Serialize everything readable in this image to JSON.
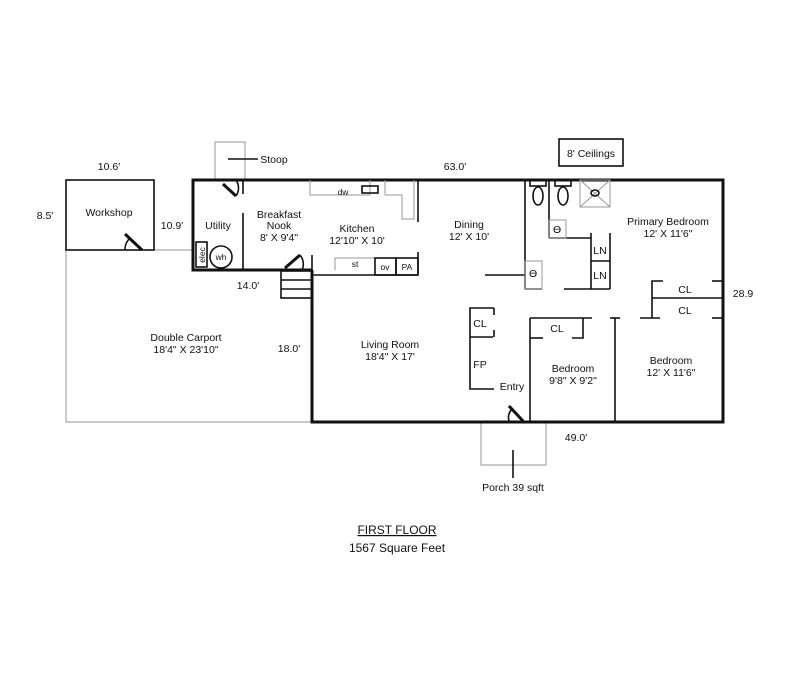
{
  "rooms": {
    "workshop": {
      "name": "Workshop"
    },
    "utility": {
      "name": "Utility"
    },
    "breakfast_nook": {
      "name1": "Breakfast",
      "name2": "Nook",
      "size": "8' X 9'4\""
    },
    "kitchen": {
      "name": "Kitchen",
      "size": "12'10\" X 10'"
    },
    "dining": {
      "name": "Dining",
      "size": "12' X 10'"
    },
    "primary_bedroom": {
      "name": "Primary Bedroom",
      "size": "12' X 11'6\""
    },
    "living_room": {
      "name": "Living Room",
      "size": "18'4\" X 17'"
    },
    "bedroom_2": {
      "name": "Bedroom",
      "size": "9'8\" X 9'2\""
    },
    "bedroom_3": {
      "name": "Bedroom",
      "size": "12' X 11'6\""
    },
    "carport": {
      "name": "Double Carport",
      "size": "18'4\" X 23'10\""
    },
    "entry": {
      "name": "Entry"
    },
    "stoop": {
      "name": "Stoop"
    },
    "porch": {
      "name": "Porch 39 sqft"
    }
  },
  "fixtures": {
    "dw": "dw",
    "st": "st",
    "ov": "ov",
    "pa": "PA",
    "elec": "elec",
    "wh": "wh",
    "ln1": "LN",
    "ln2": "LN",
    "cl_living": "CL",
    "fp": "FP",
    "cl_bed2": "CL",
    "cl_a": "CL",
    "cl_b": "CL"
  },
  "dimensions": {
    "workshop_width": "10.6'",
    "workshop_depth": "8.5'",
    "utility_depth": "10.9'",
    "overall_width": "63.0'",
    "nook_width": "14.0'",
    "carport_depth": "18.0'",
    "right_depth": "28.9",
    "bottom_width": "49.0'"
  },
  "note": "8' Ceilings",
  "footer": {
    "title": "FIRST FLOOR",
    "area": "1567 Square Feet"
  }
}
